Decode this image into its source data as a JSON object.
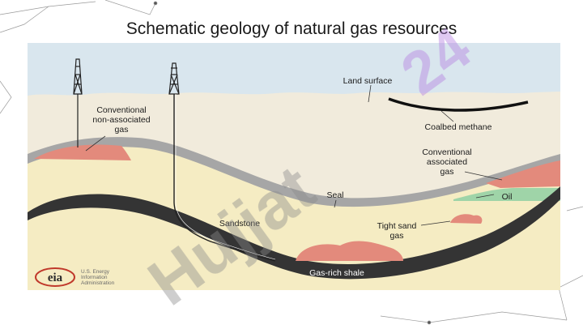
{
  "title": "Schematic geology of natural gas resources",
  "labels": {
    "land_surface": "Land surface",
    "conventional_non_associated_gas": [
      "Conventional",
      "non-associated",
      "gas"
    ],
    "coalbed_methane": "Coalbed methane",
    "conventional_associated_gas": [
      "Conventional",
      "associated",
      "gas"
    ],
    "oil": "Oil",
    "seal": "Seal",
    "sandstone": "Sandstone",
    "tight_sand_gas": [
      "Tight sand",
      "gas"
    ],
    "gas_rich_shale": "Gas-rich shale"
  },
  "logo": {
    "name": "eia",
    "text": [
      "U.S. Energy",
      "Information",
      "Administration"
    ]
  },
  "watermark": {
    "text": "Hujjat",
    "number": "24"
  },
  "colors": {
    "sky": "#d9e6ee",
    "surface_layer": "#f1ebdc",
    "sandstone": "#f5ecc3",
    "seal": "#a6a6a6",
    "shale": "#343434",
    "gas": "#e38a7c",
    "oil": "#9fd4a8",
    "watermark": "#b37de0"
  }
}
